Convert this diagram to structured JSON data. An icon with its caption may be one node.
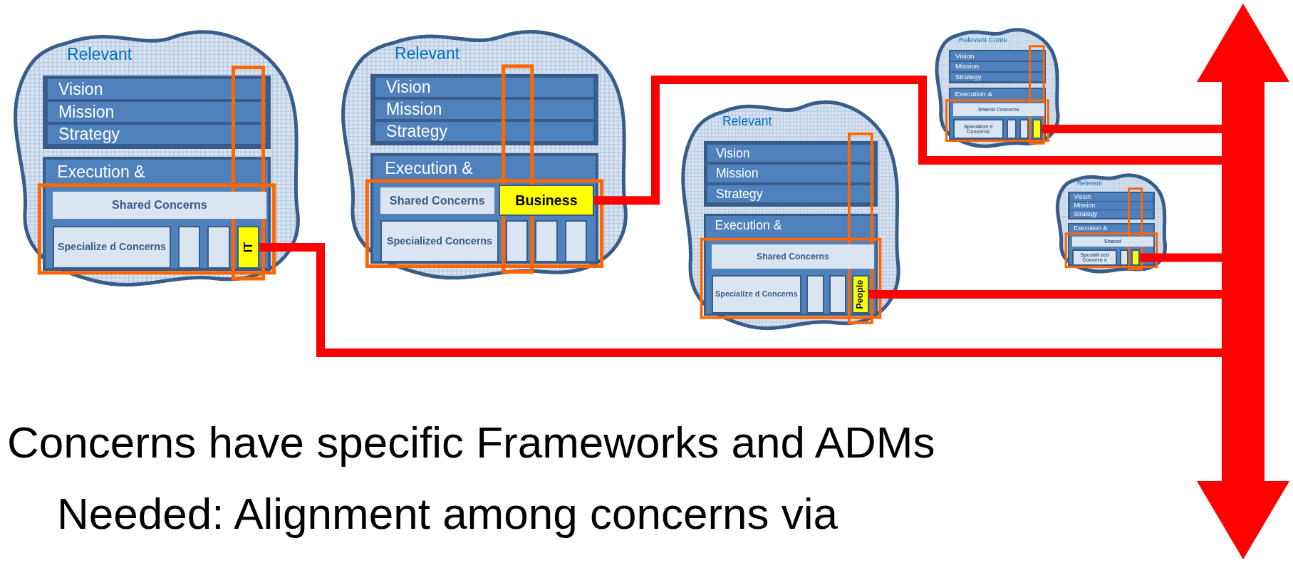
{
  "diagram": {
    "nodes": [
      {
        "text": [
          "Relevant"
        ]
      },
      {
        "text": [],
        "shape": "box",
        "in": 0
      },
      {
        "text": [
          "Vision"
        ],
        "in": 1
      },
      {
        "text": [
          "Mission"
        ],
        "in": 1
      },
      {
        "text": [
          "Strategy"
        ],
        "in": 1
      },
      {
        "text": [
          "Execution &"
        ],
        "in": 0
      },
      {
        "text": [
          "Shared Concerns"
        ],
        "in": 5
      },
      {
        "text": [
          "Specialize d Concerns"
        ],
        "in": 5
      },
      {
        "text": [
          "IT"
        ],
        "in": 5
      },
      {
        "text": [],
        "shape": "box",
        "in": 5
      },
      {
        "text": [],
        "shape": "box",
        "in": 5
      },
      {
        "text": [
          "Relevant"
        ]
      },
      {
        "text": [],
        "shape": "box",
        "in": 11
      },
      {
        "text": [
          "Vision"
        ],
        "in": 12
      },
      {
        "text": [
          "Mission"
        ],
        "in": 12
      },
      {
        "text": [
          "Strategy"
        ],
        "in": 12
      },
      {
        "text": [
          "Execution &"
        ],
        "in": 11
      },
      {
        "text": [
          "Shared Concerns"
        ],
        "in": 16
      },
      {
        "text": [
          "Business"
        ],
        "in": 16
      },
      {
        "text": [
          "Specialized Concerns"
        ],
        "in": 16
      },
      {
        "text": [],
        "shape": "box",
        "in": 16
      },
      {
        "text": [],
        "shape": "box",
        "in": 16
      },
      {
        "text": [],
        "shape": "box",
        "in": 16
      },
      {
        "text": [
          "Relevant"
        ]
      },
      {
        "text": [],
        "shape": "box",
        "in": 23
      },
      {
        "text": [
          "Vision"
        ],
        "in": 24
      },
      {
        "text": [
          "Mission"
        ],
        "in": 24
      },
      {
        "text": [
          "Strategy"
        ],
        "in": 24
      },
      {
        "text": [
          "Execution &"
        ],
        "in": 23
      },
      {
        "text": [
          "Shared Concerns"
        ],
        "in": 28
      },
      {
        "text": [
          "Specialize d Concerns"
        ],
        "in": 28
      },
      {
        "text": [],
        "shape": "box",
        "in": 28
      },
      {
        "text": [],
        "shape": "box",
        "in": 28
      },
      {
        "text": [
          "People"
        ],
        "in": 28
      },
      {
        "text": [
          "Relevant Conte"
        ]
      },
      {
        "text": [],
        "shape": "box",
        "in": 34
      },
      {
        "text": [
          "Vision"
        ],
        "in": 35
      },
      {
        "text": [
          "Mission"
        ],
        "in": 35
      },
      {
        "text": [
          "Strategy"
        ],
        "in": 35
      },
      {
        "text": [
          "Execution &"
        ],
        "in": 34
      },
      {
        "text": [
          "Shared Concerns"
        ],
        "in": 39
      },
      {
        "text": [
          "Specialize d Concerns"
        ],
        "in": 39
      },
      {
        "text": [],
        "shape": "box",
        "in": 39
      },
      {
        "text": [],
        "shape": "box",
        "in": 39
      },
      {
        "text": [],
        "shape": "box",
        "in": 39
      },
      {
        "text": [
          "Relevant"
        ]
      },
      {
        "text": [],
        "shape": "box",
        "in": 45
      },
      {
        "text": [
          "Vision"
        ],
        "in": 46
      },
      {
        "text": [
          "Mission"
        ],
        "in": 46
      },
      {
        "text": [
          "Strategy"
        ],
        "in": 46
      },
      {
        "text": [
          "Execution &"
        ],
        "in": 45
      },
      {
        "text": [
          "Shared"
        ],
        "in": 50
      },
      {
        "text": [
          "Speciali zed Concern s"
        ],
        "in": 50
      },
      {
        "text": [],
        "shape": "box",
        "in": 50
      },
      {
        "text": [],
        "shape": "box",
        "in": 50
      },
      {
        "text": [],
        "shape": "arrow"
      }
    ],
    "edges": [
      {
        "from": 44,
        "to": 55,
        "arrow": "none"
      },
      {
        "from": 18,
        "to": 55,
        "arrow": "none"
      },
      {
        "from": 8,
        "to": 55,
        "arrow": "none"
      },
      {
        "from": 33,
        "to": 55,
        "arrow": "none"
      },
      {
        "from": 54,
        "to": 55,
        "arrow": "none"
      }
    ],
    "labels": [
      "Concerns have specific Frameworks and ADMs",
      "Needed: Alignment among concerns via"
    ]
  }
}
